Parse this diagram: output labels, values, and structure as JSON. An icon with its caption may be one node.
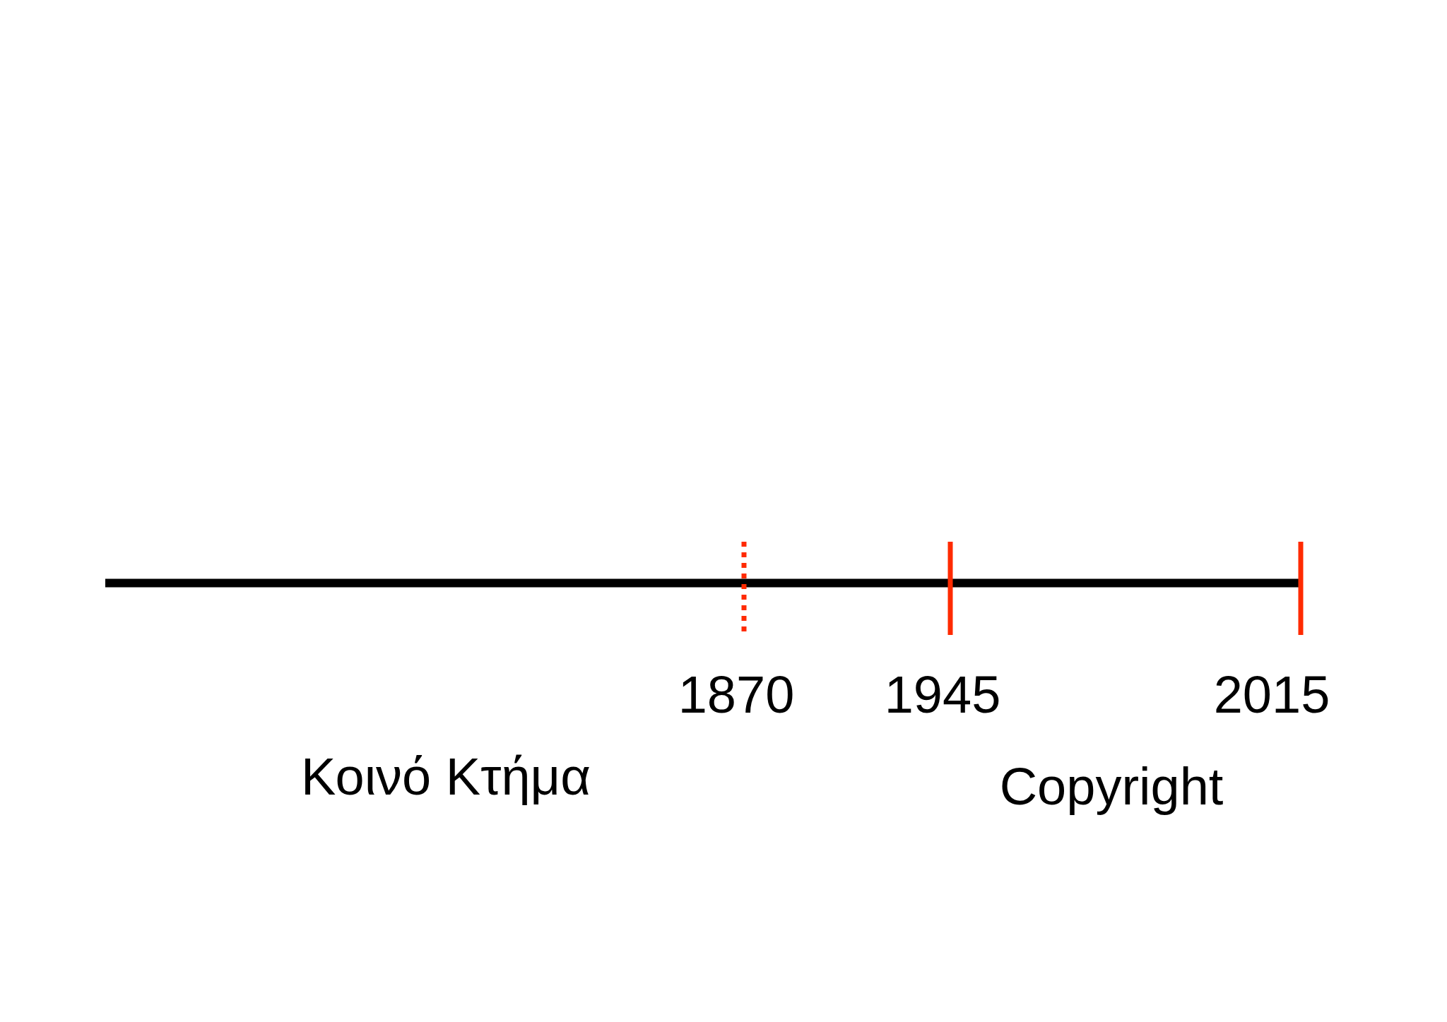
{
  "diagram": {
    "labels": [
      "1870",
      "1945",
      "2015",
      "Κοινό Κτήμα",
      "Copyright"
    ]
  }
}
